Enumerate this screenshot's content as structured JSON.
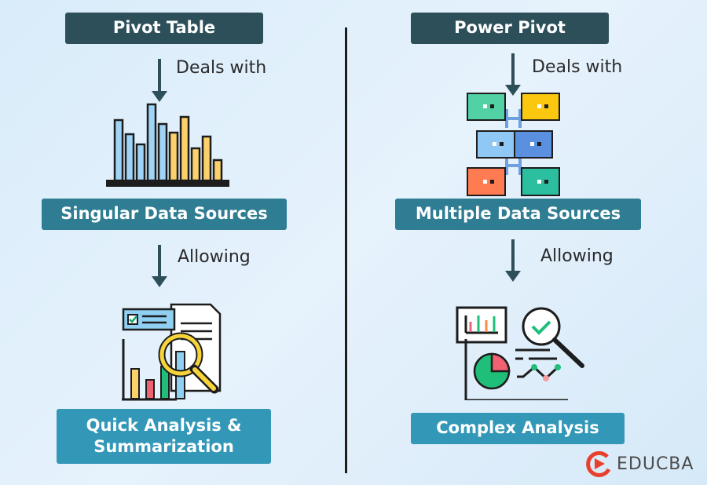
{
  "left": {
    "title": "Pivot Table",
    "relation1": "Deals with",
    "source": "Singular Data Sources",
    "relation2": "Allowing",
    "result_line1": "Quick Analysis &",
    "result_line2": "Summarization"
  },
  "right": {
    "title": "Power Pivot",
    "relation1": "Deals with",
    "source": "Multiple Data Sources",
    "relation2": "Allowing",
    "result": "Complex Analysis"
  },
  "brand": {
    "name": "EDUCBA",
    "accent": "#e8402c"
  },
  "colors": {
    "dark": "#2d4f5a",
    "mid": "#2e7d93",
    "light": "#3398b8"
  }
}
